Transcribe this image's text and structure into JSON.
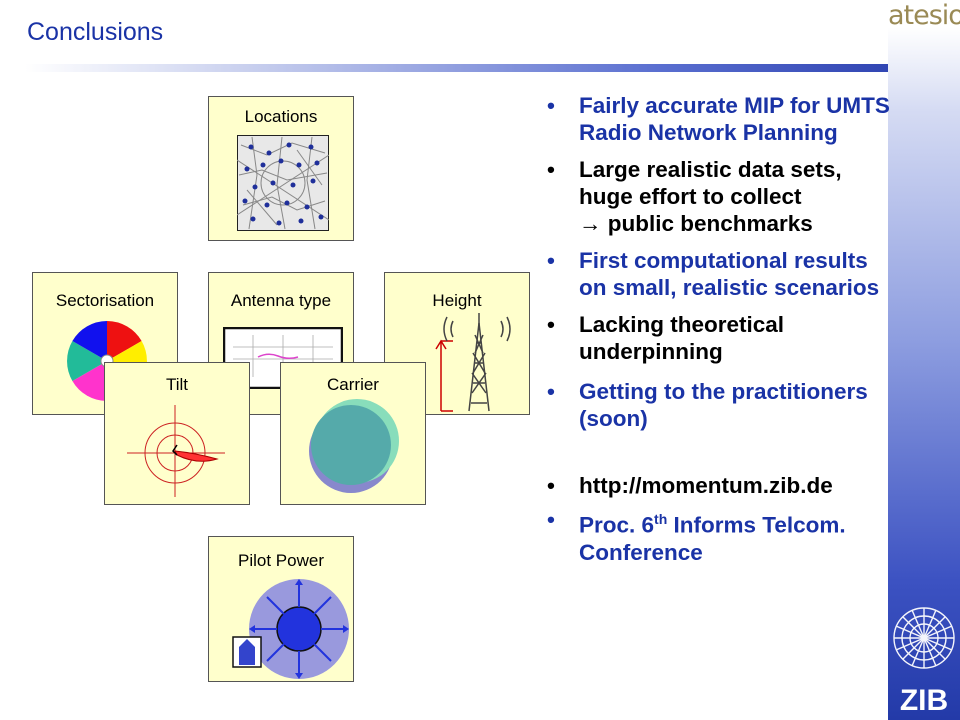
{
  "slide": {
    "title": "Conclusions",
    "logo_text": "atesio",
    "zib_text": "ZIB"
  },
  "figures": {
    "locations": "Locations",
    "sectorisation": "Sectorisation",
    "antenna_type": "Antenna type",
    "height": "Height",
    "tilt": "Tilt",
    "carrier": "Carrier",
    "pilot_power": "Pilot Power"
  },
  "bullets": [
    {
      "text": "Fairly accurate MIP for UMTS Radio Network Planning",
      "color": "#1a33a6"
    },
    {
      "text": "Large realistic data sets, huge effort to collect",
      "text2": "→ public benchmarks",
      "color": "#000000"
    },
    {
      "text": "First computational results on small, realistic scenarios",
      "color": "#1a33a6"
    },
    {
      "text": "Lacking theoretical underpinning",
      "color": "#000000"
    },
    {
      "text": "Getting to the practitioners (soon)",
      "color": "#1a33a6"
    },
    {
      "text": "http://momentum.zib.de",
      "color": "#000000"
    },
    {
      "text_pre": "Proc. 6",
      "sup": "th",
      "text_post": " Informs Telcom. Conference",
      "color": "#1a33a6"
    }
  ],
  "colors": {
    "accent": "#1a33a6",
    "card_bg": "#ffffcc"
  }
}
